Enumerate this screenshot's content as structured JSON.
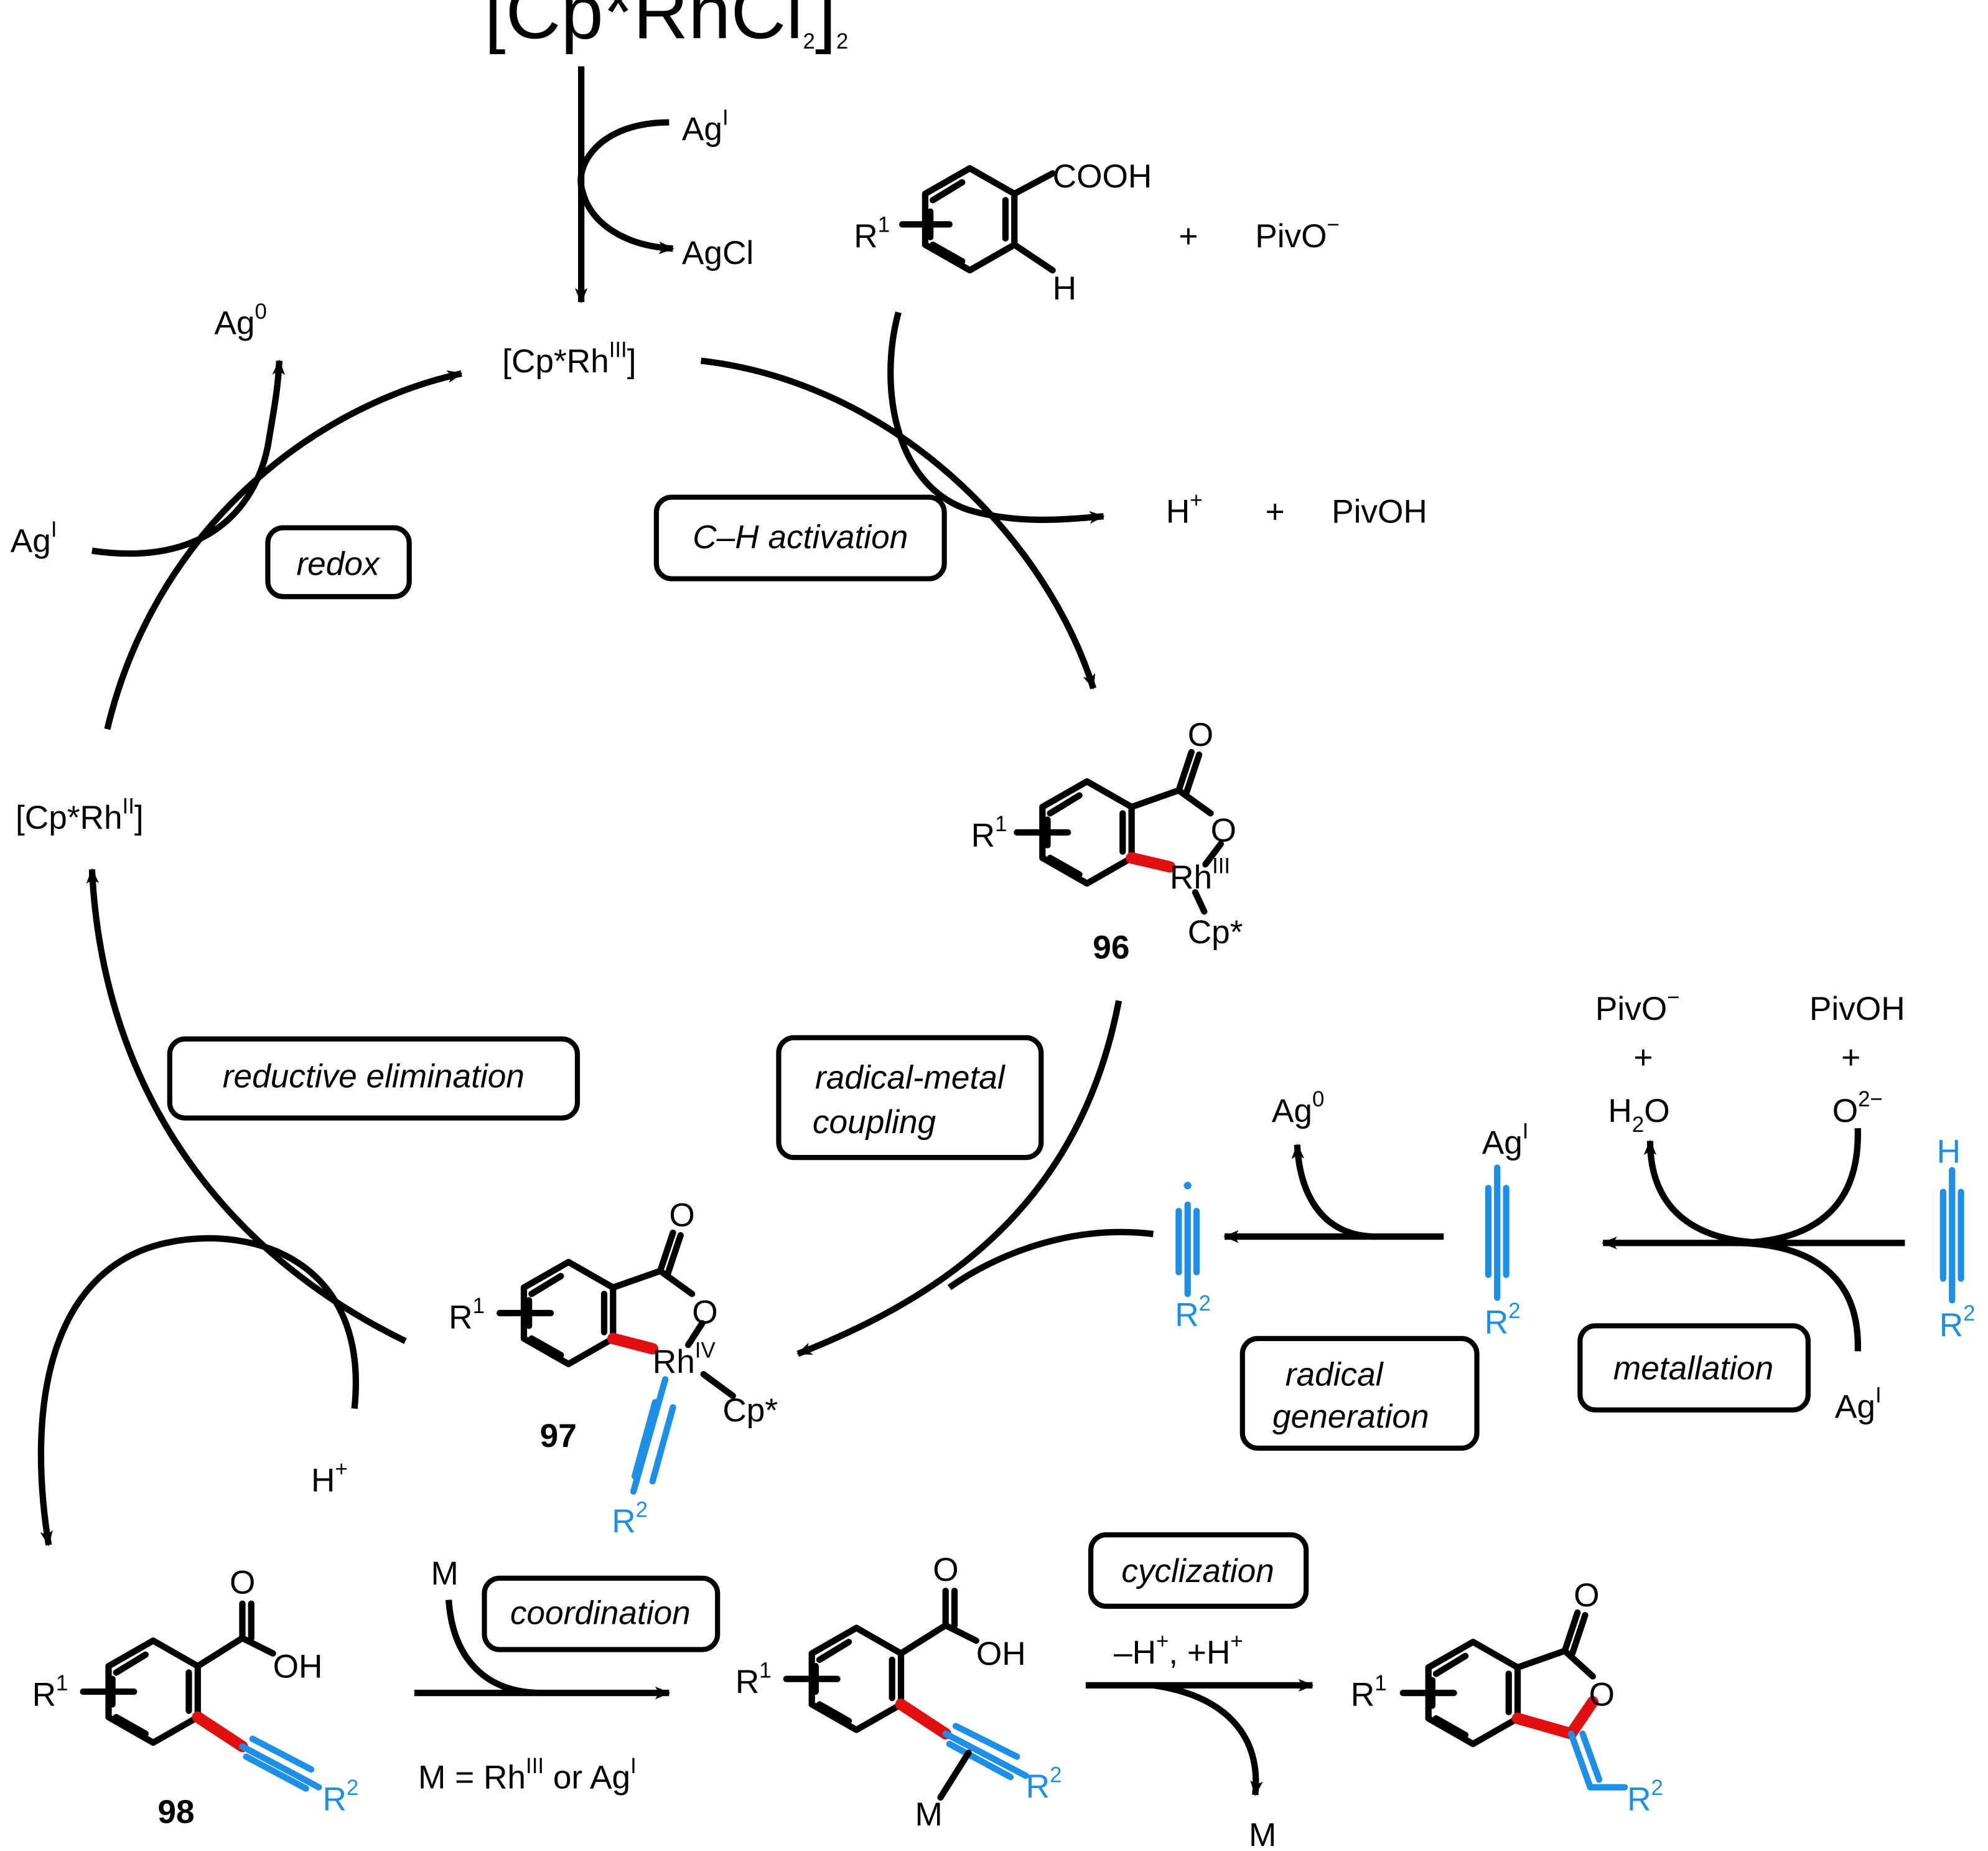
{
  "precatalyst": {
    "a": "[Cp*RhCl",
    "sub": "2",
    "b": "]",
    "sub2": "2"
  },
  "active_catalyst": {
    "a": "[Cp*Rh",
    "sup": "III",
    "b": "]"
  },
  "rh2_species": {
    "a": "[Cp*Rh",
    "sup": "II",
    "b": "]"
  },
  "silver": {
    "agI": "Ag",
    "agI_sup": "I",
    "agCl": "AgCl",
    "ag0": "Ag",
    "ag0_sup": "0"
  },
  "reagents": {
    "cooh": "COOH",
    "h": "H",
    "plus": "+",
    "pivo": "PivO",
    "pivo_sup": "−",
    "hplus": "H",
    "hplus_sup": "+",
    "pivoh": "PivOH",
    "h2o_a": "H",
    "h2o_sub": "2",
    "h2o_b": "O",
    "o2": "O",
    "o2_sup": "2−"
  },
  "atoms": {
    "r1": "R",
    "r1_sup": "1",
    "r2": "R",
    "r2_sup": "2",
    "o": "O",
    "oh": "OH",
    "rh": "Rh",
    "rh3_sup": "III",
    "rh4_sup": "IV",
    "cp": "Cp*",
    "m": "M"
  },
  "compounds": {
    "c96": "96",
    "c97": "97",
    "c98": "98"
  },
  "steps": {
    "ch_activation": "C–H activation",
    "redox": "redox",
    "reductive_elimination": "reductive elimination",
    "radical_metal_1": "radical-metal",
    "radical_metal_2": "coupling",
    "radical_generation_1": "radical",
    "radical_generation_2": "generation",
    "metallation": "metallation",
    "coordination": "coordination",
    "cyclization": "cyclization"
  },
  "conditions": {
    "m_def_a": "M = Rh",
    "m_def_sup": "III",
    "m_def_b": " or Ag",
    "m_def_sup2": "I",
    "proton_a": "–H",
    "proton_sup1": "+",
    "proton_b": ", +H",
    "proton_sup2": "+"
  },
  "colors": {
    "ink": "#000000",
    "highlight_bond": "#e01010",
    "alkyne": "#1e8fe6"
  }
}
